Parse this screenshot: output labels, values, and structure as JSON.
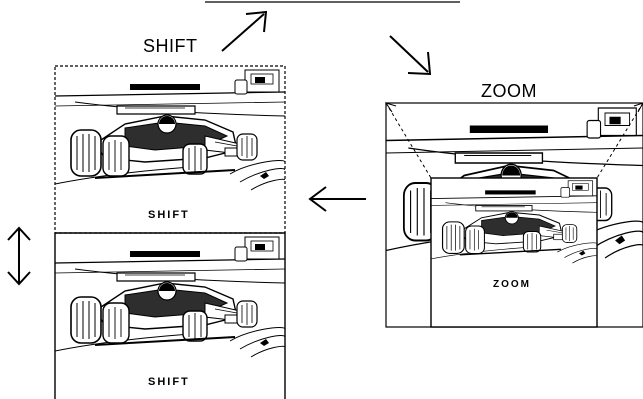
{
  "labels": {
    "shift_title": "SHIFT",
    "zoom_title": "ZOOM",
    "shift_caption_upper": "SHIFT",
    "shift_caption_lower": "SHIFT",
    "zoom_caption": "ZOOM"
  },
  "icons": {
    "arrow_up_right": "arrow-up-right-icon",
    "arrow_down_right": "arrow-down-right-icon",
    "arrow_left": "arrow-left-icon",
    "arrow_up_down": "arrow-up-down-icon"
  },
  "colors": {
    "ink": "#000000",
    "paper": "#ffffff",
    "shade": "#3a3a3a"
  }
}
